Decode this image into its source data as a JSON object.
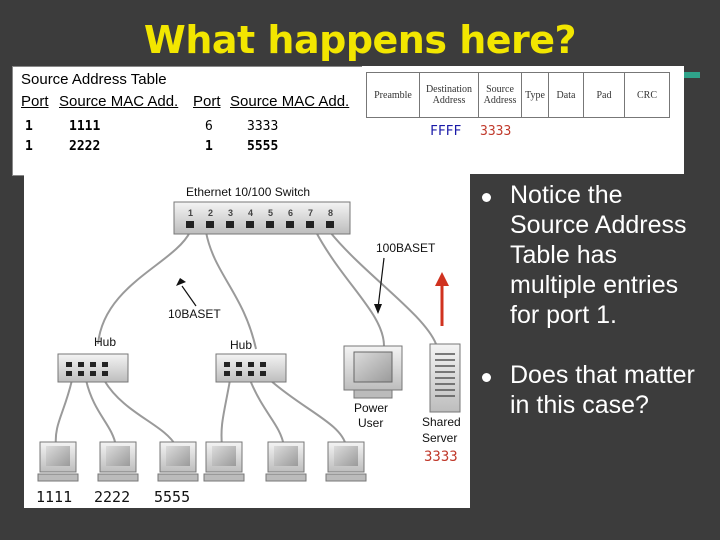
{
  "title": "What happens here?",
  "source_address_table": {
    "heading": "Source Address Table",
    "columns": [
      "Port",
      "Source MAC Add.",
      "Port",
      "Source MAC Add."
    ],
    "rows": [
      [
        "1",
        "1111",
        "6",
        "3333"
      ],
      [
        "1",
        "2222",
        "1",
        "5555"
      ]
    ]
  },
  "frame": {
    "fields": [
      "Preamble",
      "Destination Address",
      "Source Address",
      "Type",
      "Data",
      "Pad",
      "CRC"
    ],
    "destination_value": "FFFF",
    "source_value": "3333"
  },
  "diagram": {
    "switch_label": "Ethernet 10/100 Switch",
    "port_numbers": [
      "1",
      "2",
      "3",
      "4",
      "5",
      "6",
      "7",
      "8"
    ],
    "link_label_10": "10BASET",
    "link_label_100": "100BASET",
    "hub_label": "Hub",
    "power_user_label": [
      "Power",
      "User"
    ],
    "shared_server_label": [
      "Shared",
      "Server"
    ],
    "shared_server_mac": "3333",
    "pc_macs": [
      "1111",
      "2222",
      "5555"
    ]
  },
  "bullets": [
    "Notice the Source Address Table has multiple entries for port 1.",
    "Does that matter in this case?"
  ],
  "colors": {
    "background": "#3c3c3c",
    "title": "#f2e600",
    "accent": "#2fa38a",
    "mac_red": "#c0392b",
    "mac_blue": "#1a1aa8",
    "arrow_red": "#d0321f"
  }
}
